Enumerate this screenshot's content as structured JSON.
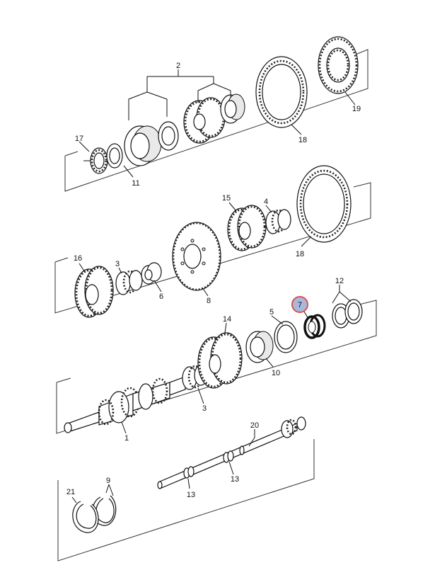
{
  "diagram": {
    "callouts": [
      "2",
      "17",
      "11",
      "18",
      "19",
      "4",
      "15",
      "16",
      "3",
      "6",
      "8",
      "18",
      "12",
      "7",
      "5",
      "14",
      "10",
      "3",
      "1",
      "20",
      "9",
      "21",
      "13",
      "13"
    ],
    "highlight": {
      "label": "7",
      "ring_color": "#d9534f",
      "fill_color": "#a9b8dd"
    }
  }
}
